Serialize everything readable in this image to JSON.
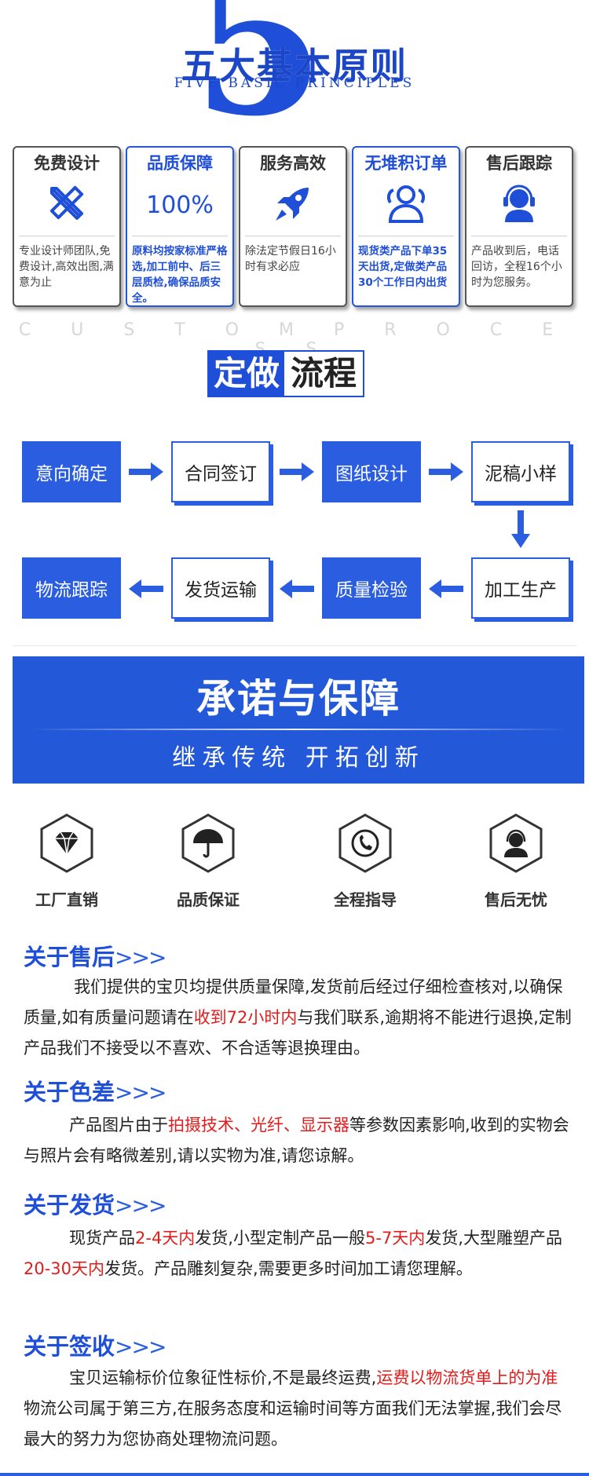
{
  "header": {
    "big_numeral": "5",
    "title": "五大基本原则",
    "subtitle": "FIVE BASIC PRINCIPLES"
  },
  "principles": [
    {
      "title": "免费设计",
      "icon": "pencil-ruler-icon",
      "desc": "专业设计师团队,免费设计,高效出图,满意为止",
      "highlight": false
    },
    {
      "title": "品质保障",
      "icon_text": "100%",
      "desc": "原料均按家标准严格选,加工前中、后三层质检,确保品质安全。",
      "highlight": true
    },
    {
      "title": "服务高效",
      "icon": "rocket-icon",
      "desc": "除法定节假日16小时有求必应",
      "highlight": false
    },
    {
      "title": "无堆积订单",
      "icon": "team-icon",
      "desc": "现货类产品下单35天出货,定做类产品30个工作日内出货",
      "highlight": true
    },
    {
      "title": "售后跟踪",
      "icon": "headset-icon",
      "desc": "产品收到后，电话回访，全程16个小时为您服务。",
      "highlight": false
    }
  ],
  "process": {
    "subtitle": "C U S T O M   P R O C E S S",
    "title_a": "定做",
    "title_b": "流程",
    "steps": [
      "意向确定",
      "合同签订",
      "图纸设计",
      "泥稿小样",
      "加工生产",
      "质量检验",
      "发货运输",
      "物流跟踪"
    ]
  },
  "banner": {
    "title": "承诺与保障",
    "subtitle": "继承传统 开拓创新"
  },
  "guarantees": [
    {
      "label": "工厂直销",
      "icon": "diamond-icon"
    },
    {
      "label": "品质保证",
      "icon": "umbrella-icon"
    },
    {
      "label": "全程指导",
      "icon": "phone-icon"
    },
    {
      "label": "售后无忧",
      "icon": "support-agent-icon"
    }
  ],
  "sections": {
    "after_sale": {
      "heading": "关于售后",
      "chev": ">>>",
      "p1": "我们提供的宝贝均提供质量保障,发货前后经过仔细检查核对,以确保质量,如有质量问题请在",
      "red1": "收到72小时内",
      "p2": "与我们联系,逾期将不能进行退换,定制产品我们不接受以不喜欢、不合适等退换理由。"
    },
    "color": {
      "heading": "关于色差",
      "chev": ">>>",
      "p1": "产品图片由于",
      "red1": "拍摄技术、光纤、显示器",
      "p2": "等参数因素影响,收到的实物会与照片会有略微差别,请以实物为准,请您谅解。"
    },
    "shipping": {
      "heading": "关于发货",
      "chev": ">>>",
      "p1": "现货产品",
      "red1": "2-4天内",
      "p2": "发货,小型定制产品一般",
      "red2": "5-7天内",
      "p3": "发货,大型雕塑产品",
      "red3": "20-30天内",
      "p4": "发货。产品雕刻复杂,需要更多时间加工请您理解。"
    },
    "receipt": {
      "heading": "关于签收",
      "chev": ">>>",
      "p1": "宝贝运输标价位象征性标价,不是最终运费,",
      "red1": "运费以物流货单上的为准",
      "p2": "物流公司属于第三方,在服务态度和运输时间等方面我们无法掌握,我们会尽最大的努力为您协商处理物流问题。"
    }
  },
  "colors": {
    "accent": "#2b5de0",
    "highlight_red": "#e41b1b"
  }
}
